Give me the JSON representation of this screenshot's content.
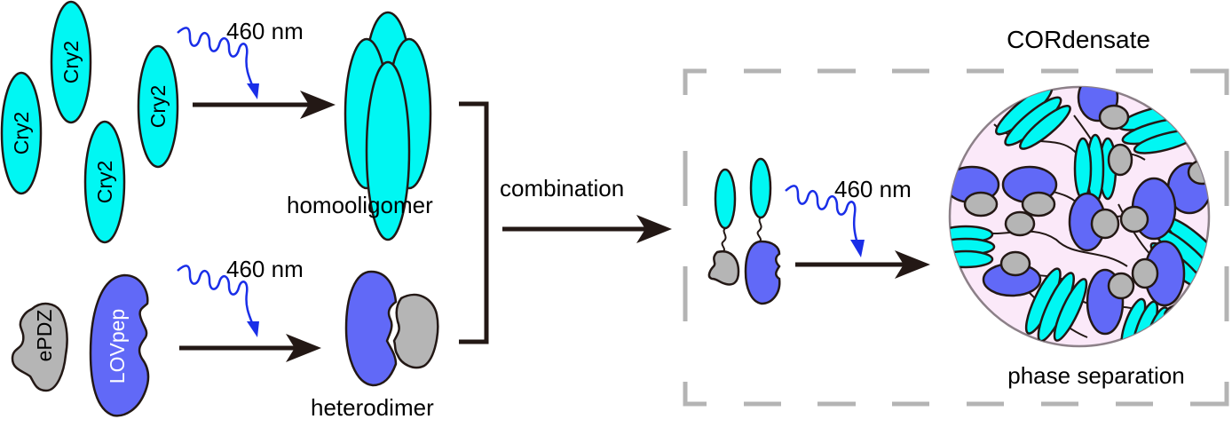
{
  "diagram": {
    "colors": {
      "cry2": "#00f7f3",
      "lovpep": "#6169f7",
      "epdz": "#b5b5b5",
      "light": "#1a2ee8",
      "arrow": "#231815",
      "condensate_bg": "#fbe9f9",
      "box_dash": "#b4b4b4"
    },
    "top_row": {
      "monomer_label": "Cry2",
      "light_label": "460 nm",
      "product_label": "homooligomer"
    },
    "bottom_row": {
      "partner_label": "ePDZ",
      "monomer_label": "LOVpep",
      "light_label": "460 nm",
      "product_label": "heterodimer"
    },
    "combine": {
      "label": "combination"
    },
    "box": {
      "title": "CORdensate",
      "light_label": "460 nm",
      "result_label": "phase separation"
    }
  }
}
